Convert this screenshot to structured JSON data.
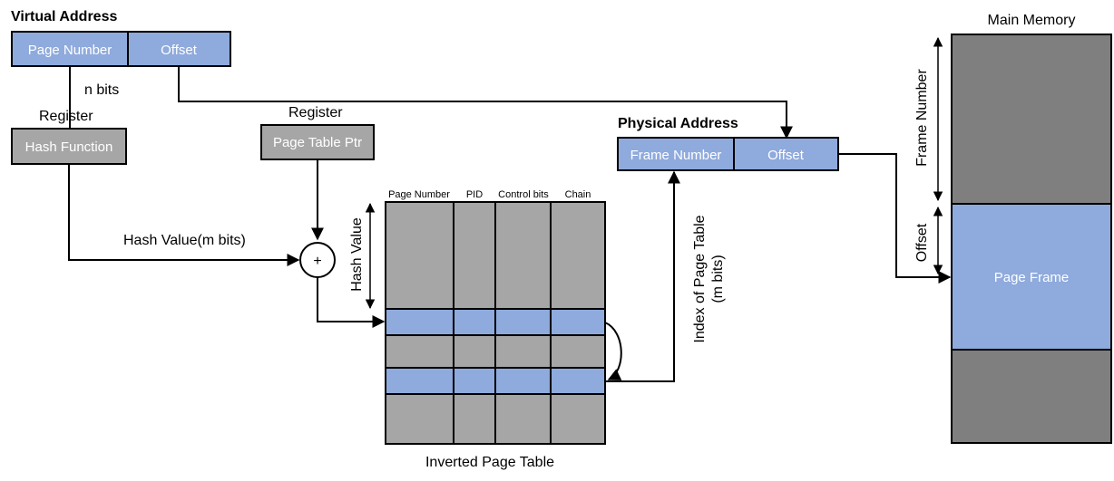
{
  "virtual_address": {
    "title": "Virtual Address",
    "page_number": "Page Number",
    "offset": "Offset"
  },
  "n_bits": "n bits",
  "hash_register": {
    "title": "Register",
    "label": "Hash Function"
  },
  "table_register": {
    "title": "Register",
    "label": "Page Table Ptr"
  },
  "hash_value_label": "Hash Value(m bits)",
  "adder_symbol": "+",
  "hash_value_vertical": "Hash Value",
  "inverted_table": {
    "title": "Inverted Page Table",
    "columns": [
      "Page Number",
      "PID",
      "Control bits",
      "Chain"
    ]
  },
  "physical_address": {
    "title": "Physical Address",
    "frame_number": "Frame Number",
    "offset": "Offset"
  },
  "index_label": {
    "line1": "Index of Page Table",
    "line2": "(m bits)"
  },
  "main_memory": {
    "title": "Main Memory",
    "page_frame": "Page Frame",
    "frame_number_side": "Frame Number",
    "offset_side": "Offset"
  },
  "colors": {
    "blue": "#8faadc",
    "gray": "#a6a6a6",
    "dark_gray": "#7f7f7f",
    "line": "#000000"
  }
}
